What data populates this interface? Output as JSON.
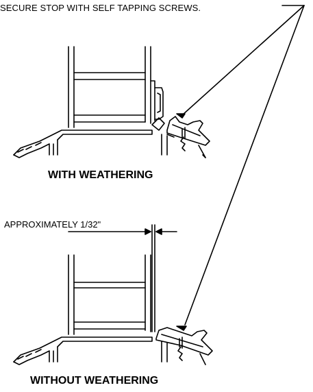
{
  "callout": "SECURE STOP WITH SELF TAPPING SCREWS.",
  "gap_label": "APPROXIMATELY 1/32\"",
  "top_caption": "WITH WEATHERING",
  "bottom_caption": "WITHOUT WEATHERING"
}
